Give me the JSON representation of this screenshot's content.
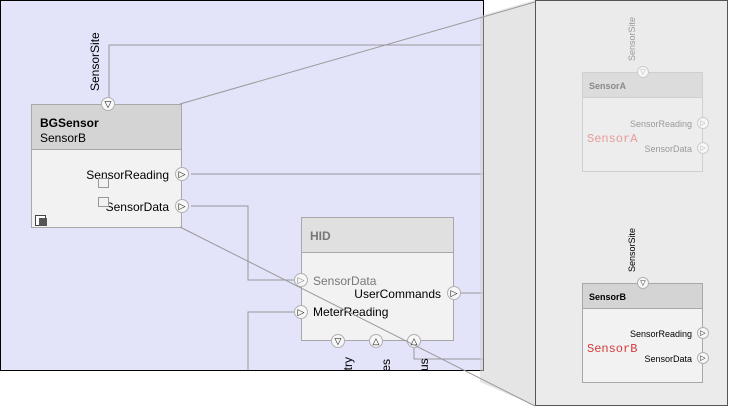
{
  "canvas": {
    "bgsensor": {
      "name": "BGSensor",
      "type": "SensorB",
      "ports": {
        "site": "SensorSite",
        "reading": "SensorReading",
        "data": "SensorData"
      }
    },
    "hid": {
      "name": "HID",
      "ports": {
        "sensor_data": "SensorData",
        "user_commands": "UserCommands",
        "meter_reading": "MeterReading",
        "bottom_1": "etry",
        "bottom_2": "tes",
        "bottom_3": "us"
      }
    }
  },
  "panel": {
    "sensor_a": {
      "name": "SensorA",
      "variant_label": "SensorA",
      "site": "SensorSite",
      "reading": "SensorReading",
      "data": "SensorData"
    },
    "sensor_b": {
      "name": "SensorB",
      "variant_label": "SensorB",
      "site": "SensorSite",
      "reading": "SensorReading",
      "data": "SensorData"
    }
  },
  "colors": {
    "canvas_bg": "#e3e3f9",
    "variant_red": "#d43a3a",
    "panel_bg": "#ebebeb"
  }
}
